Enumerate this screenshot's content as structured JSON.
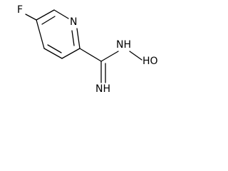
{
  "molecule": {
    "atoms": {
      "fluorine": "F",
      "ring_nitrogen": "N",
      "amide_nitrogen": "NH",
      "hydroxyl": "HO",
      "imine": "NH"
    }
  }
}
